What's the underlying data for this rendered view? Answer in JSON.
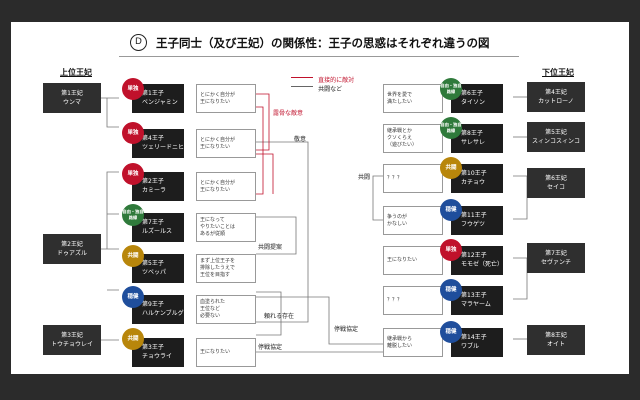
{
  "title": {
    "letter": "D",
    "text": "王子同士（及び王妃）の関係性：王子の思惑はそれぞれ違うの図"
  },
  "legend": {
    "direct": "直接的に敵対",
    "joint": "共闘など"
  },
  "left_header": "上位王妃",
  "right_header": "下位王妃",
  "colors": {
    "tandoku": "#c0112b",
    "jiritsu": "#2f7a3b",
    "kyoto": "#b8860b",
    "onken": "#1f4e9c"
  },
  "left_consorts": [
    {
      "line1": "第1王妃",
      "line2": "ウンマ"
    },
    {
      "line1": "第2王妃",
      "line2": "ドゥアズル"
    },
    {
      "line1": "第3王妃",
      "line2": "トウチョウレイ"
    }
  ],
  "right_consorts": [
    {
      "line1": "第4王妃",
      "line2": "カットローノ"
    },
    {
      "line1": "第5王妃",
      "line2": "スィンコスィンコ"
    },
    {
      "line1": "第6王妃",
      "line2": "セイコ"
    },
    {
      "line1": "第7王妃",
      "line2": "セヴァンチ"
    },
    {
      "line1": "第8王妃",
      "line2": "オイト"
    }
  ],
  "left_princes": [
    {
      "badge": "単独",
      "kind": "tandoku",
      "line1": "第1王子",
      "line2": "ベンジャミン",
      "note": [
        "とにかく自分が",
        "王になりたい"
      ]
    },
    {
      "badge": "単独",
      "kind": "tandoku",
      "line1": "第4王子",
      "line2": "ツェリードニヒ",
      "note": [
        "とにかく自分が",
        "王になりたい"
      ]
    },
    {
      "badge": "単独",
      "kind": "tandoku",
      "line1": "第2王子",
      "line2": "カミーラ",
      "note": [
        "とにかく自分が",
        "王になりたい"
      ]
    },
    {
      "badge": "自由・独自路線",
      "kind": "jiritsu",
      "line1": "第7王子",
      "line2": "ルズールス",
      "note": [
        "王になって",
        "やりたいことは",
        "あるが従順"
      ]
    },
    {
      "badge": "共闘",
      "kind": "kyoto",
      "line1": "第5王子",
      "line2": "ツベッパ",
      "note": [
        "まず上位王子を",
        "排除したうえで",
        "王位を目指す"
      ]
    },
    {
      "badge": "穏健",
      "kind": "onken",
      "line1": "第9王子",
      "line2": "ハルケンブルグ",
      "note": [
        "血塗られた",
        "王位など",
        "必要ない"
      ]
    },
    {
      "badge": "共闘",
      "kind": "kyoto",
      "line1": "第3王子",
      "line2": "チョウライ",
      "note": [
        "王になりたい"
      ]
    }
  ],
  "right_princes": [
    {
      "badge": "自由・独自路線",
      "kind": "jiritsu",
      "line1": "第6王子",
      "line2": "タイソン",
      "note": [
        "世界を愛で",
        "満たしたい"
      ]
    },
    {
      "badge": "自由・独自路線",
      "kind": "jiritsu",
      "line1": "第8王子",
      "line2": "サレサレ",
      "note": [
        "継承戦とか",
        "クソくらえ",
        "（遊びたい）"
      ]
    },
    {
      "badge": "共闘",
      "kind": "kyoto",
      "line1": "第10王子",
      "line2": "カチョウ",
      "note": [
        "？？？"
      ]
    },
    {
      "badge": "穏健",
      "kind": "onken",
      "line1": "第11王子",
      "line2": "フウゲツ",
      "note": [
        "争うのが",
        "かなしい"
      ]
    },
    {
      "badge": "単独",
      "kind": "tandoku",
      "line1": "第12王子",
      "line2": "モモゼ（死亡）",
      "note": [
        "王になりたい"
      ]
    },
    {
      "badge": "穏健",
      "kind": "onken",
      "line1": "第13王子",
      "line2": "マラヤーム",
      "note": [
        "？？？"
      ]
    },
    {
      "badge": "穏健",
      "kind": "onken",
      "line1": "第14王子",
      "line2": "ワブル",
      "note": [
        "継承戦から",
        "離脱したい"
      ]
    }
  ],
  "labels": {
    "roko": "露骨な敵意",
    "keii": "敬意",
    "kyototeian": "共闘提案",
    "kyoto": "共闘",
    "tayoreru": "頼れる存在",
    "teisen1": "停戦協定",
    "teisen2": "停戦協定"
  }
}
